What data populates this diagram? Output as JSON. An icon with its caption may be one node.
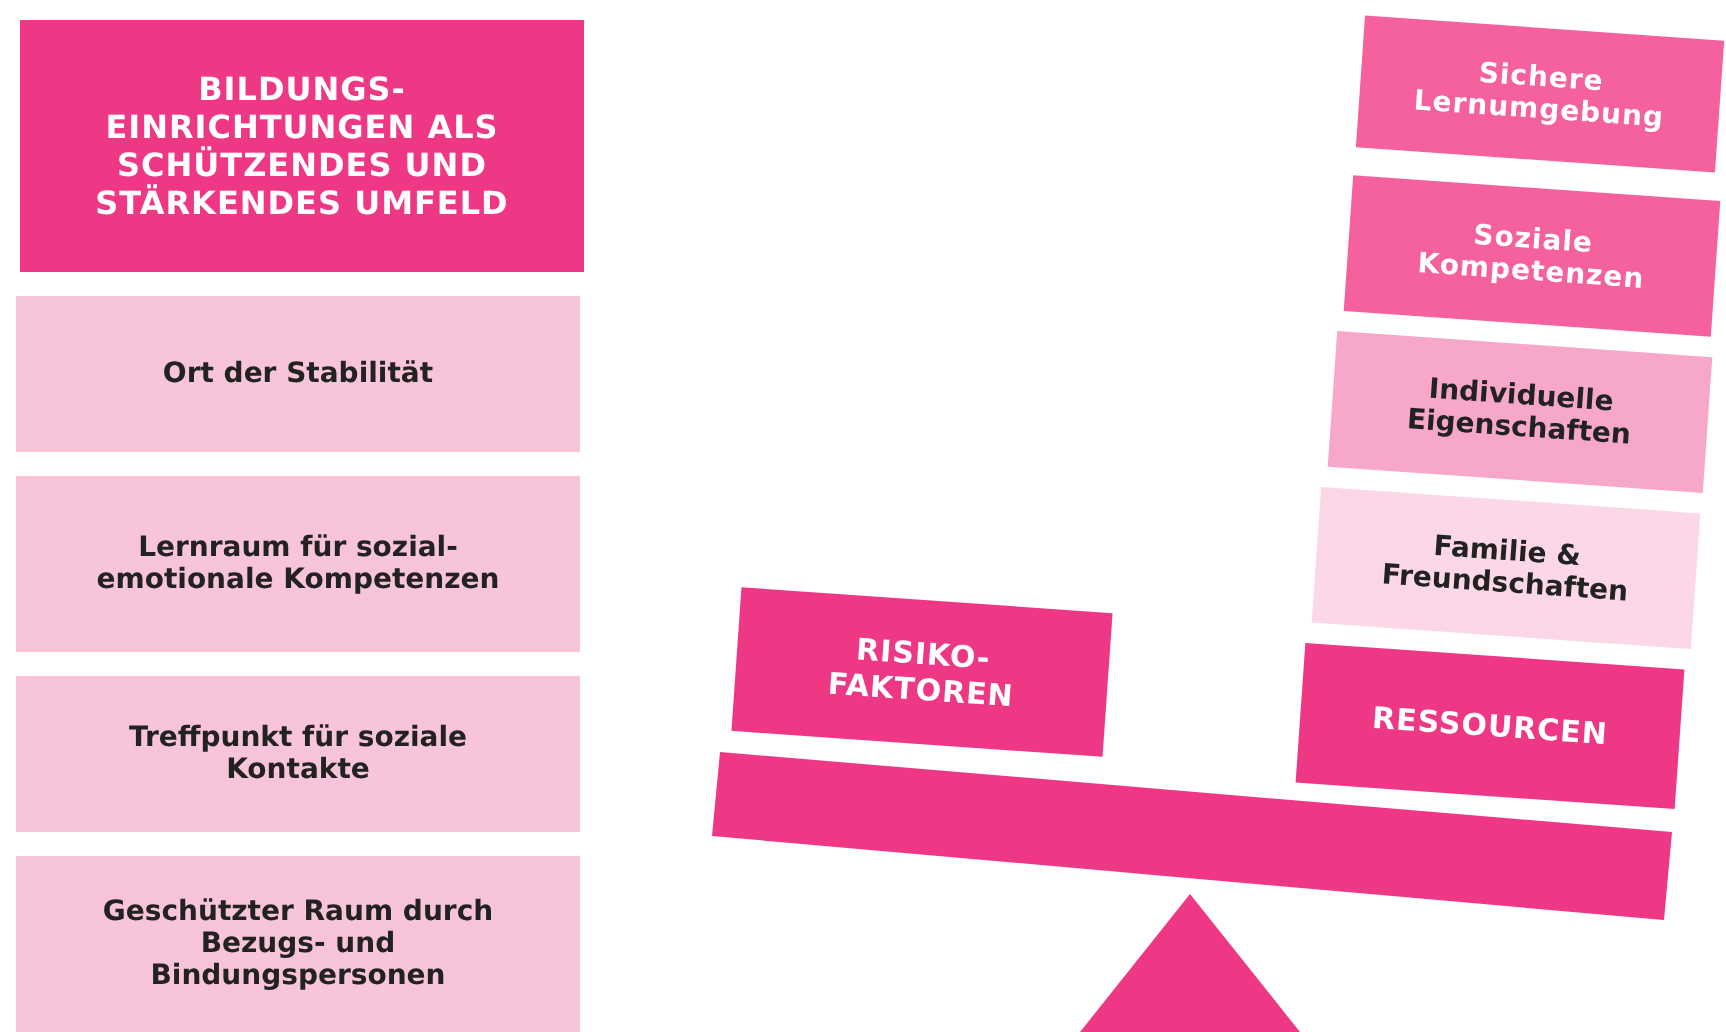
{
  "diagram": {
    "nodes": [
      {
        "text": [
          "BILDUNGS- EINRICHTUNGEN ALS SCHÜTZENDES UND STÄRKENDES UMFELD"
        ]
      },
      {
        "text": [
          "Ort der Stabilität"
        ]
      },
      {
        "text": [
          "Lernraum für sozial-emotionale Kompetenzen"
        ]
      },
      {
        "text": [
          "Treffpunkt für soziale Kontakte"
        ]
      },
      {
        "text": [
          "Geschützter Raum durch Bezugs- und Bindungspersonen"
        ]
      },
      {
        "text": [
          "Sichere Lernumgebung"
        ]
      },
      {
        "text": [
          "Soziale Kompetenzen"
        ]
      },
      {
        "text": [
          "Individuelle Eigenschaften"
        ]
      },
      {
        "text": [
          "Familie & Freundschaften"
        ]
      },
      {
        "text": [
          "RISIKO- FAKTOREN"
        ]
      },
      {
        "text": [
          "RESSOURCEN"
        ]
      }
    ]
  }
}
